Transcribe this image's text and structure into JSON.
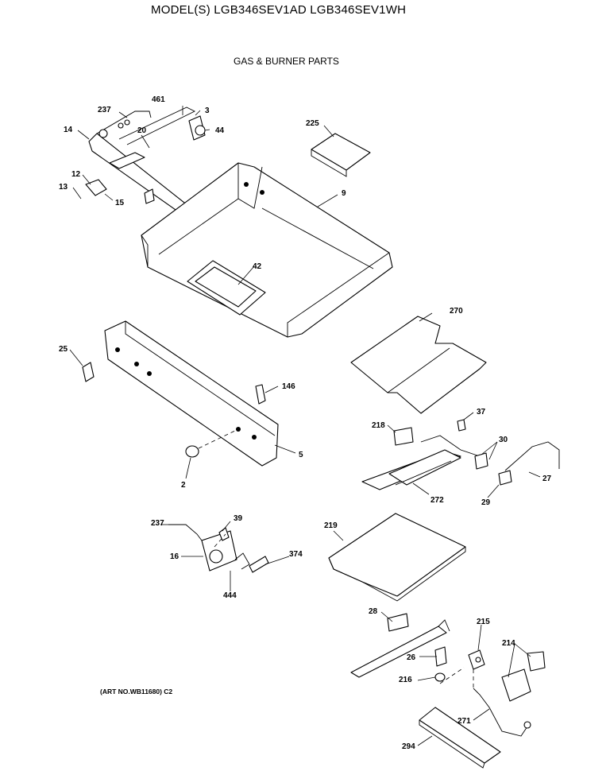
{
  "header": {
    "model_line": "MODEL(S) LGB346SEV1AD  LGB346SEV1WH",
    "section_title": "GAS & BURNER PARTS"
  },
  "footer": {
    "art_number": "(ART NO.WB11680) C2"
  },
  "part_numbers": {
    "p237a": "237",
    "p461": "461",
    "p3": "3",
    "p14": "14",
    "p20": "20",
    "p44": "44",
    "p225": "225",
    "p12": "12",
    "p13": "13",
    "p15": "15",
    "p9": "9",
    "p42": "42",
    "p25": "25",
    "p146": "146",
    "p270": "270",
    "p37": "37",
    "p218": "218",
    "p30": "30",
    "p5": "5",
    "p2": "2",
    "p272": "272",
    "p27": "27",
    "p29": "29",
    "p237b": "237",
    "p39": "39",
    "p219": "219",
    "p16": "16",
    "p374": "374",
    "p444": "444",
    "p28": "28",
    "p215": "215",
    "p26": "26",
    "p214": "214",
    "p216": "216",
    "p271": "271",
    "p294": "294"
  }
}
